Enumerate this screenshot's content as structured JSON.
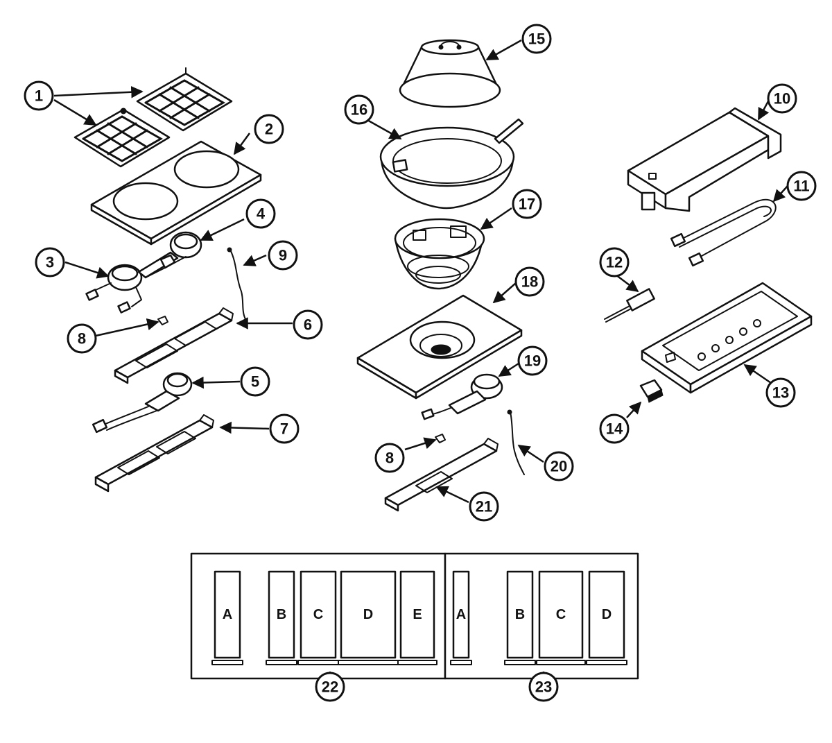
{
  "colors": {
    "ink": "#111111",
    "paper": "#ffffff"
  },
  "callouts": {
    "c1": "1",
    "c2": "2",
    "c3": "3",
    "c4": "4",
    "c5": "5",
    "c6": "6",
    "c7": "7",
    "c8a": "8",
    "c8b": "8",
    "c9": "9",
    "c10": "10",
    "c11": "11",
    "c12": "12",
    "c13": "13",
    "c14": "14",
    "c15": "15",
    "c16": "16",
    "c17": "17",
    "c18": "18",
    "c19": "19",
    "c20": "20",
    "c21": "21",
    "c22": "22",
    "c23": "23"
  },
  "panel22": {
    "slots": [
      "A",
      "B",
      "C",
      "D",
      "E"
    ]
  },
  "panel23": {
    "slots": [
      "A",
      "B",
      "C",
      "D"
    ]
  }
}
